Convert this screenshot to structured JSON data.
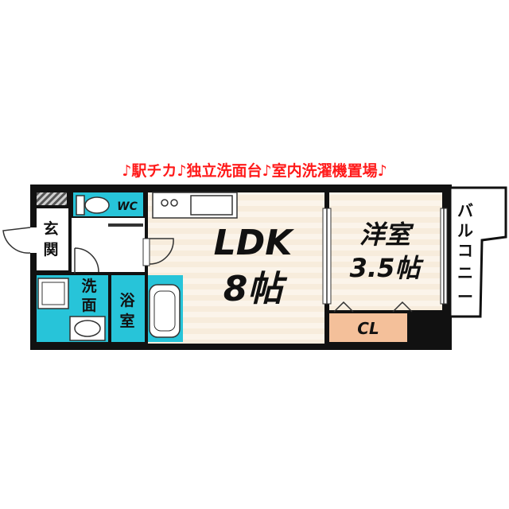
{
  "tagline": "♪駅チカ♪独立洗面台♪室内洗濯機置場♪",
  "rooms": {
    "ldk_name": "LDK",
    "ldk_size": "8帖",
    "western_name": "洋室",
    "western_size": "3.5帖",
    "closet": "CL",
    "wc": "WC",
    "entrance": [
      "玄",
      "関"
    ],
    "washroom": [
      "洗",
      "面"
    ],
    "bathroom": [
      "浴",
      "室"
    ],
    "balcony": [
      "バ",
      "ル",
      "コ",
      "ニ",
      "ー"
    ]
  },
  "colors": {
    "wall": "#111111",
    "ldk_floor": "#f7ecdc",
    "western_floor": "#f7ecdc",
    "wet_area": "#27c4d9",
    "closet": "#f4c09a",
    "tagline": "#ff1a1a"
  }
}
